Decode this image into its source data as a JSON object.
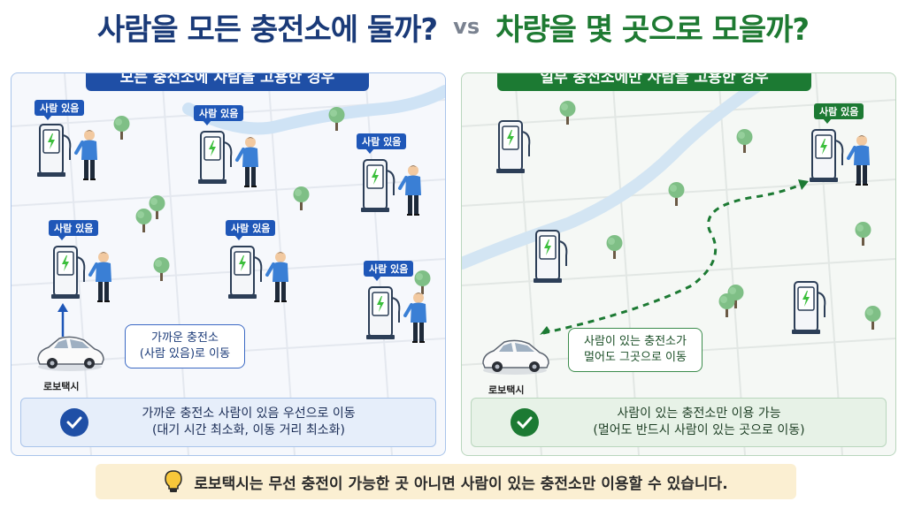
{
  "title": {
    "left": "사람을 모든 충전소에 둘까?",
    "vs": "vs",
    "right": "차량을 몇 곳으로 모을까?"
  },
  "left_panel": {
    "heading": "모든 충전소에 사람을 고용한 경우",
    "badge": "사람 있음",
    "bubble_line1": "가까운 충전소",
    "bubble_line2": "(사람 있음)로 이동",
    "car_label": "로보택시",
    "summary_line1": "가까운 충전소 사람이 있음 우선으로 이동",
    "summary_line2": "(대기 시간 최소화, 이동 거리 최소화)"
  },
  "right_panel": {
    "heading": "일부 충전소에만 사람을 고용한 경우",
    "badge": "사람 있음",
    "bubble_line1": "사람이 있는 충전소가",
    "bubble_line2": "멀어도 그곳으로 이동",
    "car_label": "로보택시",
    "summary_line1": "사람이 있는 충전소만 이용 가능",
    "summary_line2": "(멀어도 반드시 사람이 있는 곳으로 이동)"
  },
  "footer": {
    "note": "로보택시는 무선 충전이 가능한 곳 아니면 사람이 있는 충전소만 이용할 수 있습니다."
  },
  "colors": {
    "blue": "#1f4fa6",
    "green": "#1c7a33",
    "charger_bolt": "#3cbf3c",
    "person_shirt": "#3a7fd5",
    "river": "#cfe3f5"
  },
  "icons": [
    "ev-charger-icon",
    "person-icon",
    "tree-icon",
    "robotaxi-car-icon",
    "check-icon",
    "lightbulb-icon"
  ]
}
